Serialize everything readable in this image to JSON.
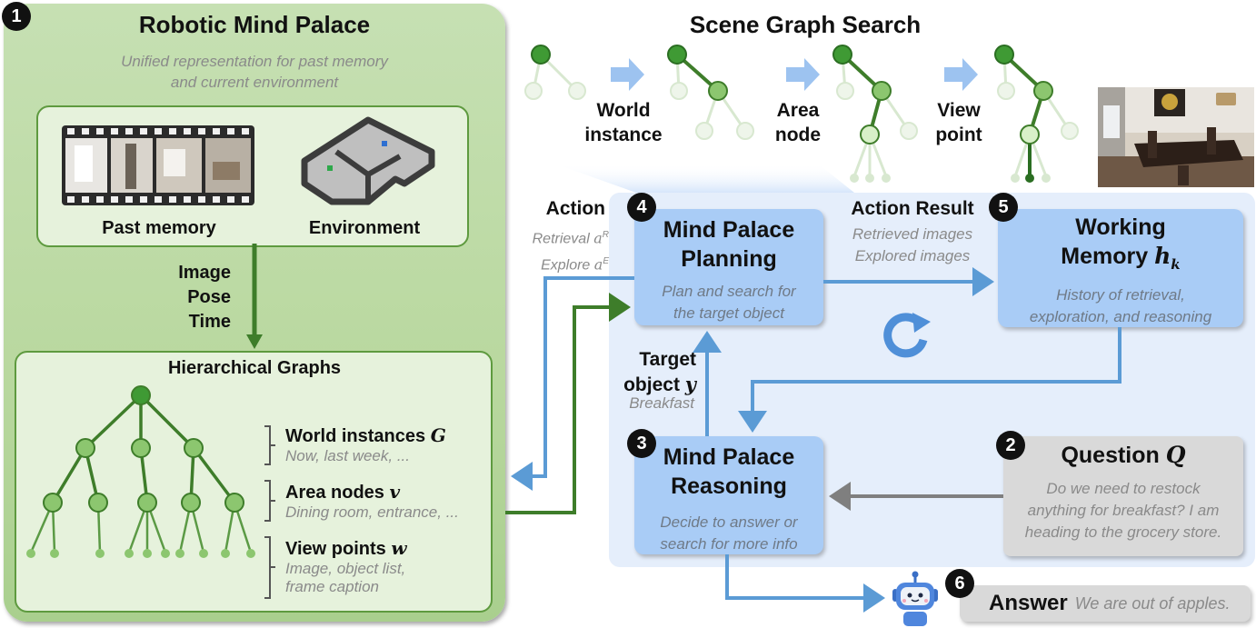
{
  "left_panel": {
    "badge": "1",
    "title": "Robotic Mind Palace",
    "subtitle_line1": "Unified representation for past memory",
    "subtitle_line2": "and current environment",
    "past_memory_label": "Past memory",
    "environment_label": "Environment",
    "flow_labels": [
      "Image",
      "Pose",
      "Time"
    ],
    "graphs_title": "Hierarchical Graphs",
    "levels": [
      {
        "title": "World instances",
        "symbol": "G",
        "desc": "Now, last week, ..."
      },
      {
        "title": "Area nodes",
        "symbol": "v",
        "desc": "Dining room, entrance, ..."
      },
      {
        "title": "View points",
        "symbol": "w",
        "desc_line1": "Image, object list,",
        "desc_line2": "frame caption"
      }
    ]
  },
  "scene_graph_search": {
    "title": "Scene Graph Search",
    "steps": [
      {
        "line1": "World",
        "line2": "instance"
      },
      {
        "line1": "Area",
        "line2": "node"
      },
      {
        "line1": "View",
        "line2": "point"
      }
    ]
  },
  "action": {
    "title": "Action",
    "line1": "Retrieval",
    "sym1": "a",
    "sup1": "R",
    "line2": "Explore",
    "sym2": "a",
    "sup2": "E"
  },
  "action_result": {
    "title": "Action Result",
    "line1": "Retrieved images",
    "line2": "Explored images"
  },
  "planning": {
    "badge": "4",
    "title_line1": "Mind Palace",
    "title_line2": "Planning",
    "sub_line1": "Plan and search for",
    "sub_line2": "the target object"
  },
  "working_memory": {
    "badge": "5",
    "title_line1": "Working",
    "title_line2": "Memory",
    "symbol": "h",
    "subscript": "k",
    "sub_line1": "History of retrieval,",
    "sub_line2": "exploration, and reasoning"
  },
  "target": {
    "line1": "Target",
    "line2": "object",
    "symbol": "y",
    "example": "Breakfast"
  },
  "reasoning": {
    "badge": "3",
    "title_line1": "Mind Palace",
    "title_line2": "Reasoning",
    "sub_line1": "Decide to answer or",
    "sub_line2": "search for more info"
  },
  "question": {
    "badge": "2",
    "title": "Question",
    "symbol": "Q",
    "text_line1": "Do we need to restock",
    "text_line2": "anything for breakfast? I am",
    "text_line3": "heading to the grocery store."
  },
  "answer": {
    "badge": "6",
    "title": "Answer",
    "text": "We are out of apples."
  },
  "colors": {
    "dark_green": "#3e7d2a",
    "node_green": "#8cc66f",
    "arrow_blue": "#5b9bd5",
    "box_blue": "#a9ccf6",
    "arrow_gray": "#7f7f7f"
  }
}
